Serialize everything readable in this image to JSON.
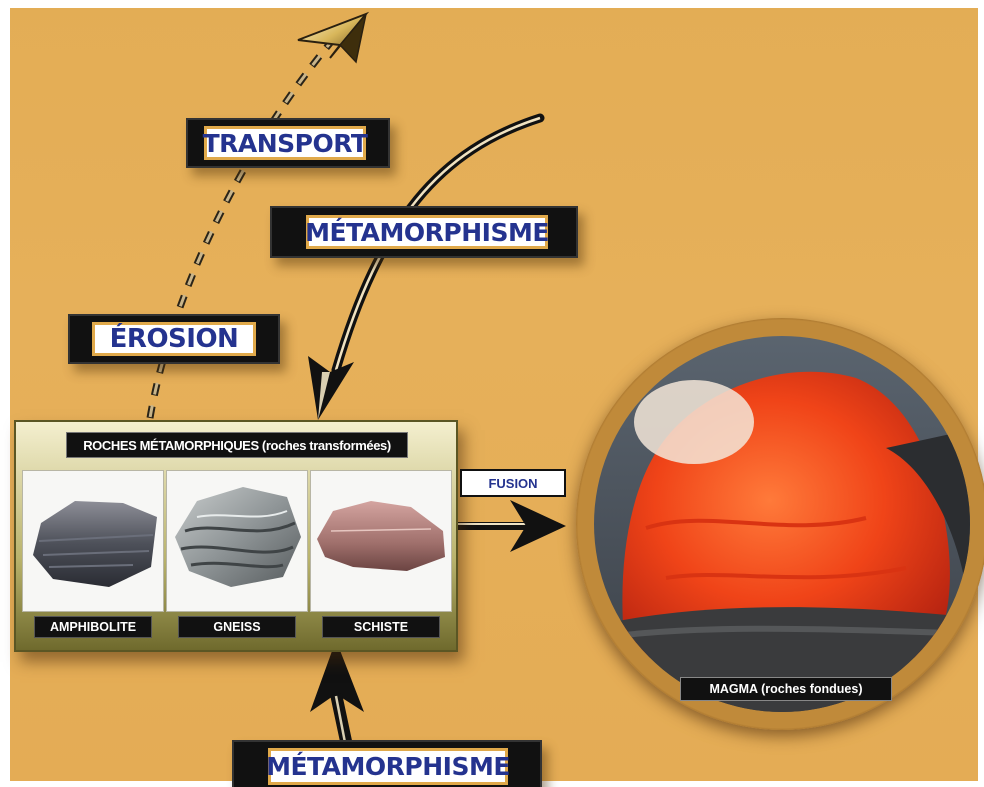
{
  "labels": {
    "transport": "TRANSPORT",
    "metamorphisme_top": "MÉTAMORPHISME",
    "erosion": "ÉROSION",
    "fusion": "FUSION",
    "metamorphisme_bottom": "MÉTAMORPHISME"
  },
  "roches_panel": {
    "title": "ROCHES MÉTAMORPHIQUES (roches transformées)",
    "rocks": [
      {
        "name": "AMPHIBOLITE",
        "color": "#5b5d66"
      },
      {
        "name": "GNEISS",
        "color": "#9aa0a2"
      },
      {
        "name": "SCHISTE",
        "color": "#b07a78"
      }
    ]
  },
  "magma": {
    "label": "MAGMA (roches fondues)",
    "lava_color": "#ff4a1e"
  },
  "colors": {
    "background": "#e4ad56",
    "label_text": "#24338f",
    "label_border": "#e0a94a"
  }
}
